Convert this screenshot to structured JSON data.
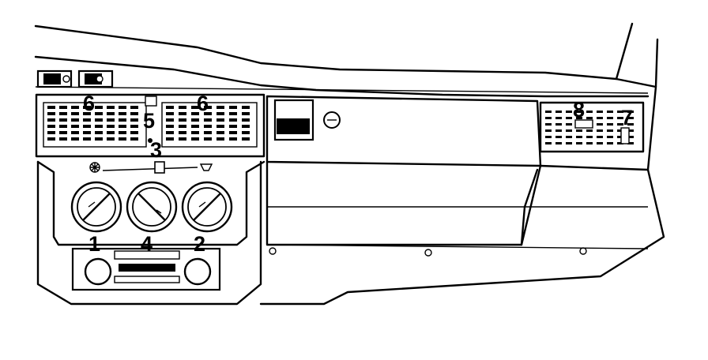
{
  "callouts": [
    {
      "id": "1",
      "label": "1"
    },
    {
      "id": "2",
      "label": "2"
    },
    {
      "id": "3",
      "label": "3"
    },
    {
      "id": "4",
      "label": "4"
    },
    {
      "id": "5",
      "label": "5"
    },
    {
      "id": "6a",
      "label": "6"
    },
    {
      "id": "6b",
      "label": "6"
    },
    {
      "id": "7",
      "label": "7"
    },
    {
      "id": "8",
      "label": "8"
    }
  ],
  "icons": [
    "fan-icon",
    "defrost-icon",
    "switch-icon",
    "keyhole-icon",
    "knob-icon",
    "radio-icon"
  ]
}
